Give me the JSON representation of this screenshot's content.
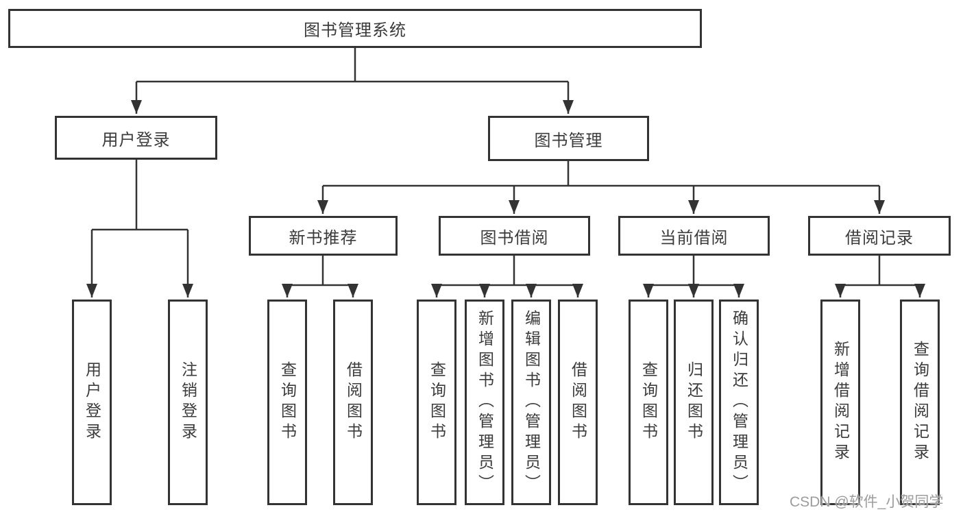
{
  "diagram": {
    "root": "图书管理系统",
    "branches": {
      "user": {
        "label": "用户登录",
        "children": [
          "用户登录",
          "注销登录"
        ]
      },
      "book": {
        "label": "图书管理",
        "modules": [
          {
            "label": "新书推荐",
            "children": [
              "查询图书",
              "借阅图书"
            ]
          },
          {
            "label": "图书借阅",
            "children": [
              "查询图书",
              "新增图书（管理员）",
              "编辑图书（管理员）",
              "借阅图书"
            ]
          },
          {
            "label": "当前借阅",
            "children": [
              "查询图书",
              "归还图书",
              "确认归还（管理员）"
            ]
          },
          {
            "label": "借阅记录",
            "children": [
              "新增借阅记录",
              "查询借阅记录"
            ]
          }
        ]
      }
    }
  },
  "watermark": "CSDN @软件_小贺同学",
  "colors": {
    "line": "#333333",
    "text": "#3b3b3b",
    "watermark": "#9c9c9c",
    "background": "#ffffff"
  }
}
